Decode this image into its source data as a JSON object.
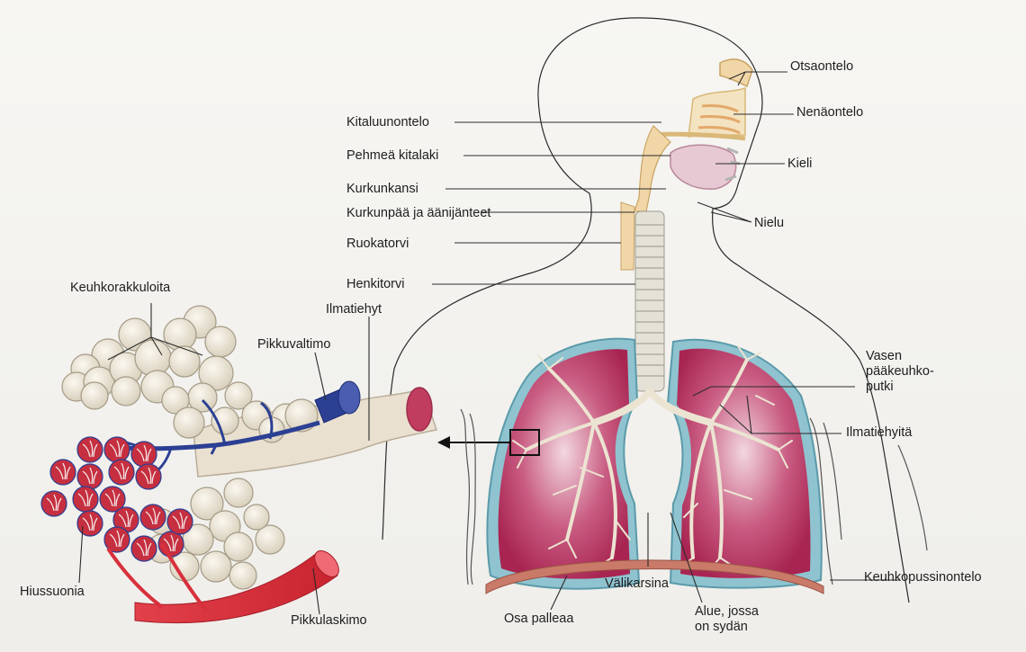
{
  "diagram": {
    "labels": {
      "otsaontelo": "Otsaontelo",
      "nenaontelo": "Nenäontelo",
      "kieli": "Kieli",
      "nielu": "Nielu",
      "kitaluunontelo": "Kitaluunontelo",
      "pehmea_kitalaki": "Pehmeä kitalaki",
      "kurkunkansi": "Kurkunkansi",
      "kurkunpaa": "Kurkunpää ja äänijänteet",
      "ruokatorvi": "Ruokatorvi",
      "henkitorvi": "Henkitorvi",
      "keuhkorakkuloita": "Keuhkorakkuloita",
      "ilmatiehyt": "Ilmatiehyt",
      "pikkuvaltimo": "Pikkuvaltimo",
      "vasen_paakeuhkoputki": "Vasen\npääkeuhko-\nputki",
      "ilmatiehyita": "Ilmatiehyitä",
      "keuhkopussinontelo": "Keuhkopussinontelo",
      "valikarsina": "Välikarsina",
      "osa_palleaa": "Osa palleaa",
      "alue_sydan": "Alue, jossa\non sydän",
      "hiussuonia": "Hiussuonia",
      "pikkulaskimo": "Pikkulaskimo"
    },
    "colors": {
      "lung": "#b8325e",
      "pleura": "#8fc3cf",
      "bronchi": "#ece4d2",
      "alveoli": "#e9e2d2",
      "artery": "#2b3f93",
      "vein": "#d8303c",
      "diaphragm": "#c97a68",
      "airway": "#f1d6a8"
    }
  }
}
